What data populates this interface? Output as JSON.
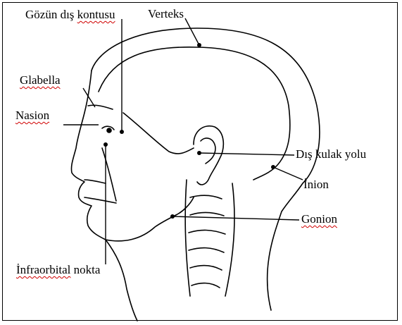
{
  "labels": {
    "goz_prefix": "Gözün dış ",
    "goz_suffix": "kontusu",
    "verteks": "Verteks",
    "glabella": "Glabella",
    "nasion": "Nasion",
    "dis_kulak": "Dış kulak yolu",
    "inion": "İnion",
    "gonion": "Gonion",
    "infra_prefix": "İnfraorbital",
    "infra_suffix": " nokta"
  },
  "colors": {
    "ink": "#000000",
    "spellcheck": "#d00000"
  }
}
